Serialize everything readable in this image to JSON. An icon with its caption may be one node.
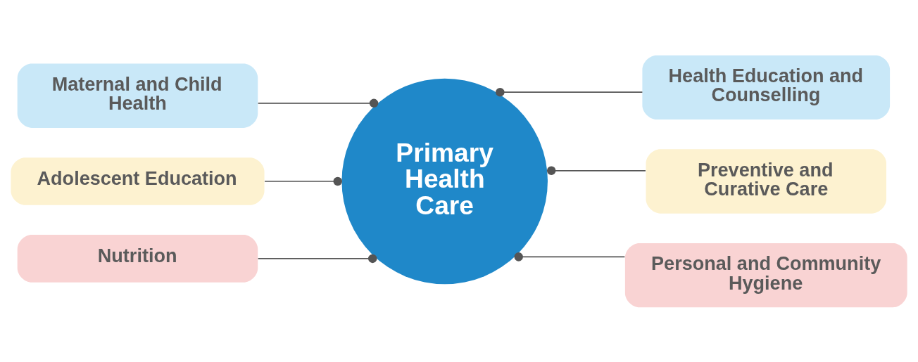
{
  "diagram": {
    "nodes": [
      {
        "text": [
          "Primary Health Care"
        ]
      },
      {
        "text": [
          "Maternal and Child Health"
        ]
      },
      {
        "text": [
          "Adolescent Education"
        ]
      },
      {
        "text": [
          "Nutrition"
        ]
      },
      {
        "text": [
          "Health Education and Counselling"
        ]
      },
      {
        "text": [
          "Preventive and Curative Care"
        ]
      },
      {
        "text": [
          "Personal and Community Hygiene"
        ]
      }
    ],
    "edges": [
      {
        "from": 1,
        "to": 0,
        "arrow": "other"
      },
      {
        "from": 2,
        "to": 0,
        "arrow": "other"
      },
      {
        "from": 3,
        "to": 0,
        "arrow": "other"
      },
      {
        "from": 4,
        "to": 0,
        "arrow": "other"
      },
      {
        "from": 5,
        "to": 0,
        "arrow": "other"
      },
      {
        "from": 6,
        "to": 0,
        "arrow": "other"
      }
    ]
  }
}
